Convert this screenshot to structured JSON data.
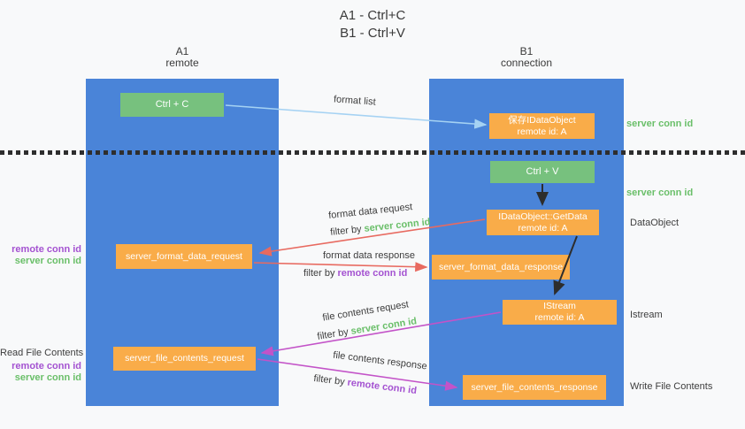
{
  "title": {
    "line1": "A1 - Ctrl+C",
    "line2": "B1 - Ctrl+V"
  },
  "columns": {
    "a": {
      "name": "A1",
      "subtitle": "remote"
    },
    "b": {
      "name": "B1",
      "subtitle": "connection"
    }
  },
  "boxes": {
    "ctrl_c": "Ctrl + C",
    "ctrl_v": "Ctrl + V",
    "save_idataobject": {
      "line1": "保存IDataObject",
      "line2": "remote id: A"
    },
    "getdata": {
      "line1": "IDataObject::GetData",
      "line2": "remote id: A"
    },
    "istream": {
      "line1": "IStream",
      "line2": "remote id: A"
    },
    "format_request": "server_format_data_request",
    "format_response": "server_format_data_response",
    "file_request": "server_file_contents_request",
    "file_response": "server_file_contents_response"
  },
  "arrow_labels": {
    "format_list": "format list",
    "format_data_request": "format data request",
    "format_data_response": "format data response",
    "file_contents_request": "file contents request",
    "file_contents_response": "file contents response",
    "filter_prefix": "filter by",
    "server_conn_id": "server conn id",
    "remote_conn_id": "remote conn id"
  },
  "side_labels": {
    "server_conn_id": "server conn id",
    "remote_conn_id": "remote conn id",
    "dataobject": "DataObject",
    "istream": "Istream",
    "read_file": "Read File Contents",
    "write_file": "Write File Contents"
  },
  "colors": {
    "column_blue": "#4a84d8",
    "box_green": "#77c17e",
    "box_orange": "#f9ac49",
    "arrow_red": "#e86a60",
    "arrow_magenta": "#c353c8",
    "arrow_light_blue": "#a5d2f3",
    "arrow_black": "#2d2d2d",
    "label_green": "#6abf69",
    "label_purple": "#a452d1"
  }
}
